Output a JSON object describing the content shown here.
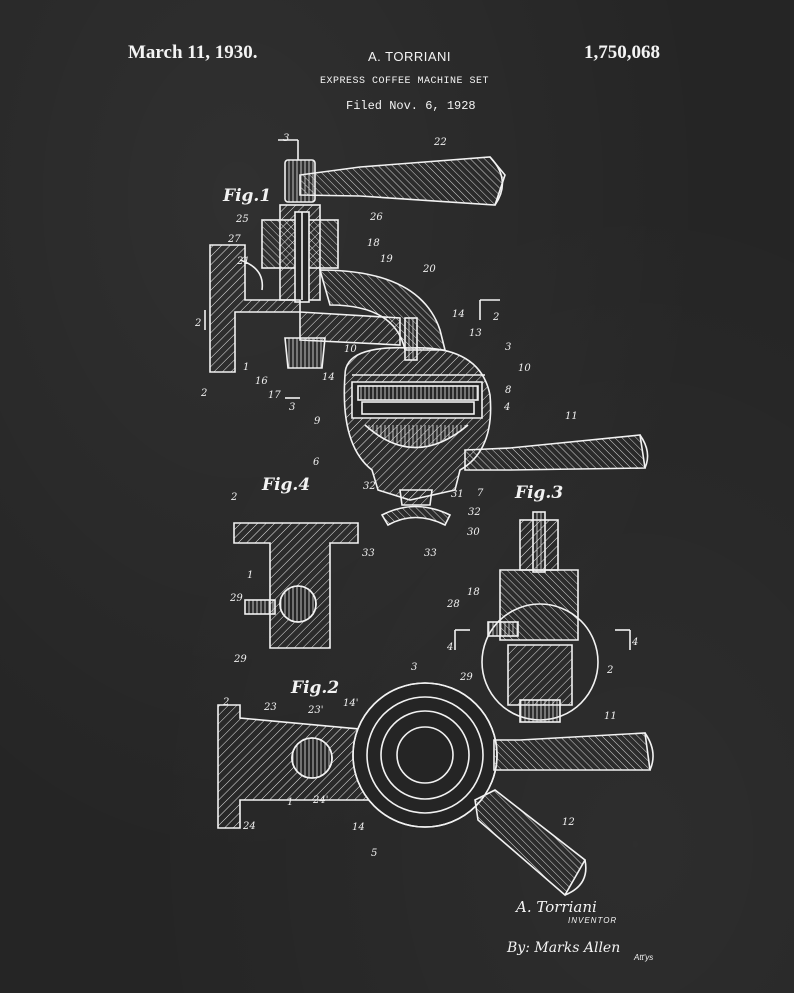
{
  "header": {
    "date": "March 11, 1930.",
    "inventor": "A. TORRIANI",
    "patent_number": "1,750,068",
    "title": "EXPRESS COFFEE MACHINE SET",
    "filed": "Filed Nov. 6, 1928"
  },
  "figures": {
    "fig1": "Fig.1",
    "fig2": "Fig.2",
    "fig3": "Fig.3",
    "fig4": "Fig.4"
  },
  "references": {
    "r3a": "3",
    "r22": "22",
    "r25": "25",
    "r26": "26",
    "r27": "27",
    "r21": "21",
    "r18": "18",
    "r19": "19",
    "r20": "20",
    "r2a": "2",
    "r2b": "2",
    "r14a": "14",
    "r13": "13",
    "r3b": "3",
    "r10a": "10",
    "r10b": "10",
    "r8": "8",
    "r4": "4",
    "r2c": "2",
    "r1a": "1",
    "r16": "16",
    "r14b": "14",
    "r17": "17",
    "r3c": "3",
    "r9": "9",
    "r6": "6",
    "r11a": "11",
    "r7": "7",
    "r31": "31",
    "r32a": "32",
    "r32b": "32",
    "r30": "30",
    "r33a": "33",
    "r33b": "33",
    "r2d": "2",
    "r1b": "1",
    "r29a": "29",
    "r29b": "29",
    "r18b": "18",
    "r28": "28",
    "r4a": "4",
    "r4b": "4",
    "r2e": "2",
    "r29c": "29",
    "r3d": "3",
    "r11b": "11",
    "r2f": "2",
    "r23": "23",
    "r23p": "23'",
    "r14p": "14'",
    "r24p": "24'",
    "r1c": "1",
    "r24": "24",
    "r14c": "14",
    "r5": "5",
    "r12": "12"
  },
  "signature": {
    "inventor_sig": "A. Torriani",
    "inventor_role": "INVENTOR",
    "by": "By: Marks Allen",
    "attys": "Att'ys"
  },
  "colors": {
    "background": "#252525",
    "ink": "#f2f2f2"
  }
}
